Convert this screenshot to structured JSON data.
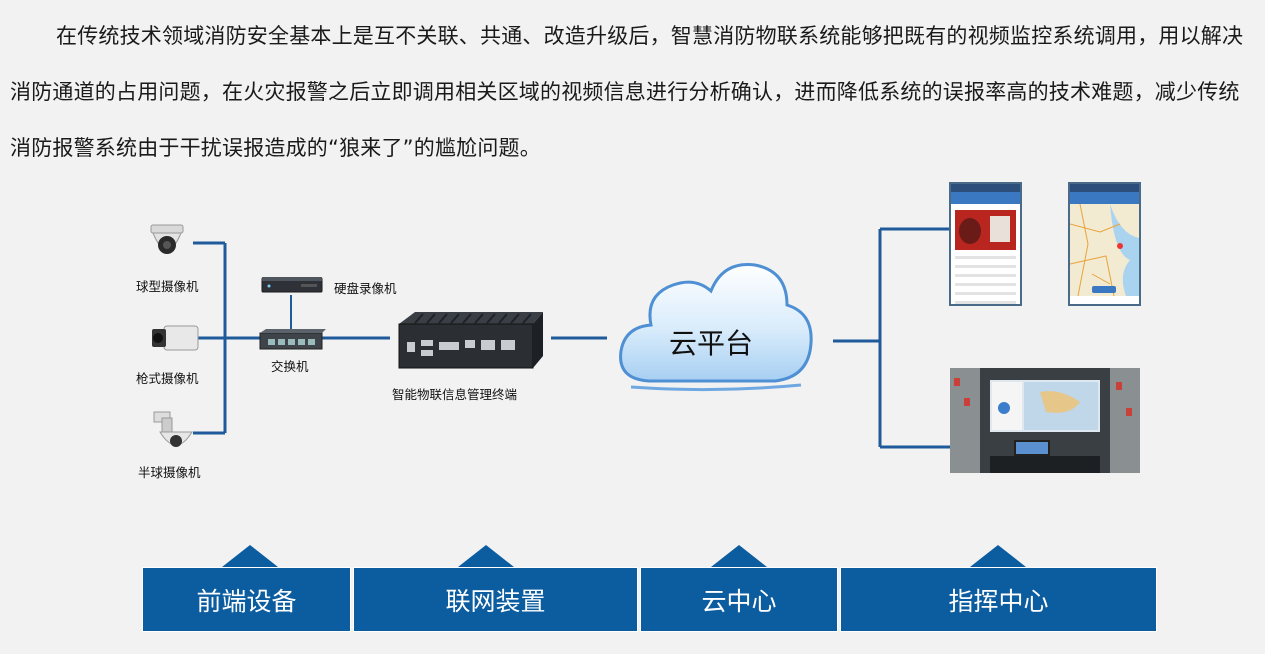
{
  "paragraph": "在传统技术领域消防安全基本上是互不关联、共通、改造升级后，智慧消防物联系统能够把既有的视频监控系统调用，用以解决消防通道的占用问题，在火灾报警之后立即调用相关区域的视频信息进行分析确认，进而降低系统的误报率高的技术难题，减少传统消防报警系统由于干扰误报造成的“狼来了”的尴尬问题。",
  "devices": {
    "dome_camera": "球型摄像机",
    "box_camera": "枪式摄像机",
    "half_dome_camera": "半球摄像机",
    "nvr": "硬盘录像机",
    "switch": "交换机",
    "terminal": "智能物联信息管理终端",
    "cloud": "云平台"
  },
  "bottom_sections": [
    "前端设备",
    "联网装置",
    "云中心",
    "指挥中心"
  ],
  "colors": {
    "accent": "#0c5ca0",
    "line": "#1f5a9a",
    "background": "#f2f2f2"
  }
}
